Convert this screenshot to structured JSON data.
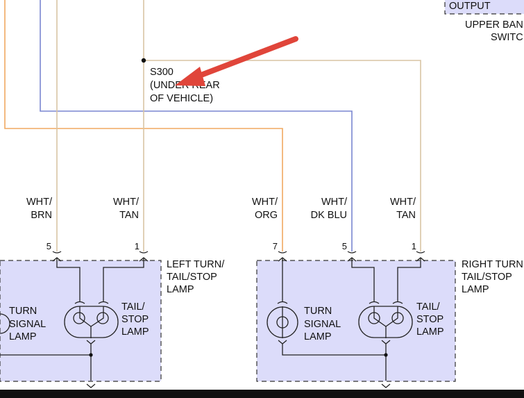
{
  "colors": {
    "wire_wht_tan": "#d8c4a4",
    "wire_wht_brn": "#d8c4a4",
    "wire_wht_org": "#f0a860",
    "wire_wht_dkblu": "#7a86d0",
    "box_fill": "#dcdcfa",
    "arrow": "#e0453a",
    "bottom_bar": "#111111"
  },
  "top_box": {
    "output": "OUTPUT"
  },
  "upper_switch": {
    "line1": "UPPER BAN",
    "line2": "SWITC"
  },
  "splice": {
    "id": "S300",
    "line2": "(UNDER REAR",
    "line3": "OF VEHICLE)"
  },
  "wires": {
    "w1": {
      "line1": "WHT/",
      "line2": "BRN",
      "pin": "5"
    },
    "w2": {
      "line1": "WHT/",
      "line2": "TAN",
      "pin": "1"
    },
    "w3": {
      "line1": "WHT/",
      "line2": "ORG",
      "pin": "7"
    },
    "w4": {
      "line1": "WHT/",
      "line2": "DK BLU",
      "pin": "5"
    },
    "w5": {
      "line1": "WHT/",
      "line2": "TAN",
      "pin": "1"
    }
  },
  "left_lamp": {
    "title1": "LEFT TURN/",
    "title2": "TAIL/STOP",
    "title3": "LAMP",
    "turn1": "TURN",
    "turn2": "SIGNAL",
    "turn3": "LAMP",
    "tail1": "TAIL/",
    "tail2": "STOP",
    "tail3": "LAMP"
  },
  "right_lamp": {
    "title1": "RIGHT TURN",
    "title2": "TAIL/STOP",
    "title3": "LAMP",
    "turn1": "TURN",
    "turn2": "SIGNAL",
    "turn3": "LAMP",
    "tail1": "TAIL/",
    "tail2": "STOP",
    "tail3": "LAMP"
  }
}
